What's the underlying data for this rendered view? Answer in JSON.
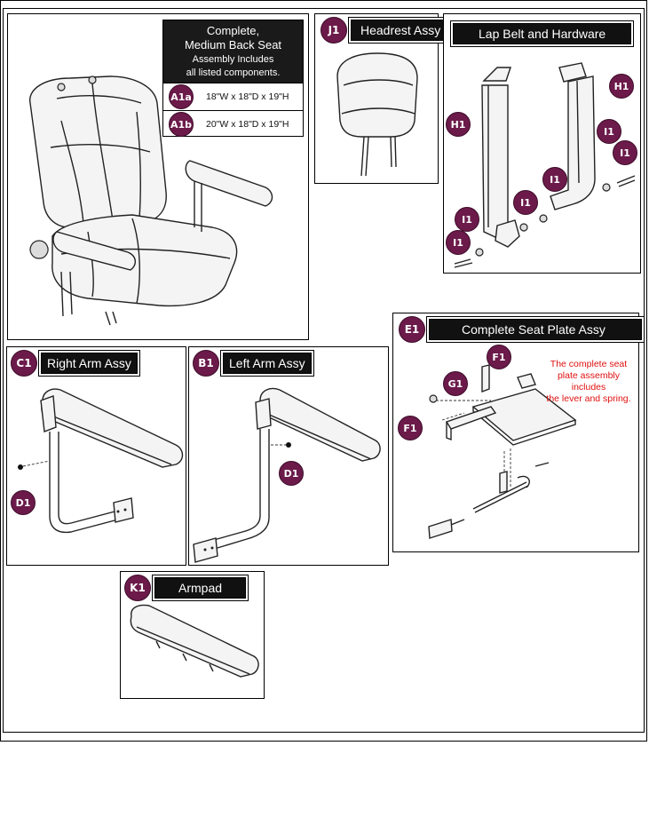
{
  "seat": {
    "title_line1": "Complete,",
    "title_line2": "Medium Back Seat",
    "subtitle_line1": "Assembly Includes",
    "subtitle_line2": "all listed components.",
    "variants": [
      {
        "code": "A1a",
        "dims": "18\"W x 18\"D x 19\"H"
      },
      {
        "code": "A1b",
        "dims": "20\"W x 18\"D x 19\"H"
      }
    ]
  },
  "panels": {
    "headrest": {
      "code": "J1",
      "title": "Headrest Assy"
    },
    "lap_belt": {
      "code": "",
      "title": "Lap Belt and Hardware"
    },
    "seat_plate": {
      "code": "E1",
      "title": "Complete Seat Plate Assy"
    },
    "right_arm": {
      "code": "C1",
      "title": "Right Arm Assy"
    },
    "left_arm": {
      "code": "B1",
      "title": "Left Arm Assy"
    },
    "armpad": {
      "code": "K1",
      "title": "Armpad"
    }
  },
  "callouts": {
    "h1": "H1",
    "i1": "I1",
    "f1": "F1",
    "g1": "G1",
    "d1": "D1"
  },
  "seat_plate_note": {
    "line1": "The complete seat",
    "line2": "plate assembly",
    "line3": "includes",
    "line4": "the lever and spring."
  },
  "colors": {
    "badge": "#6b1a4a",
    "note": "#e01010",
    "header_bg": "#111111"
  }
}
